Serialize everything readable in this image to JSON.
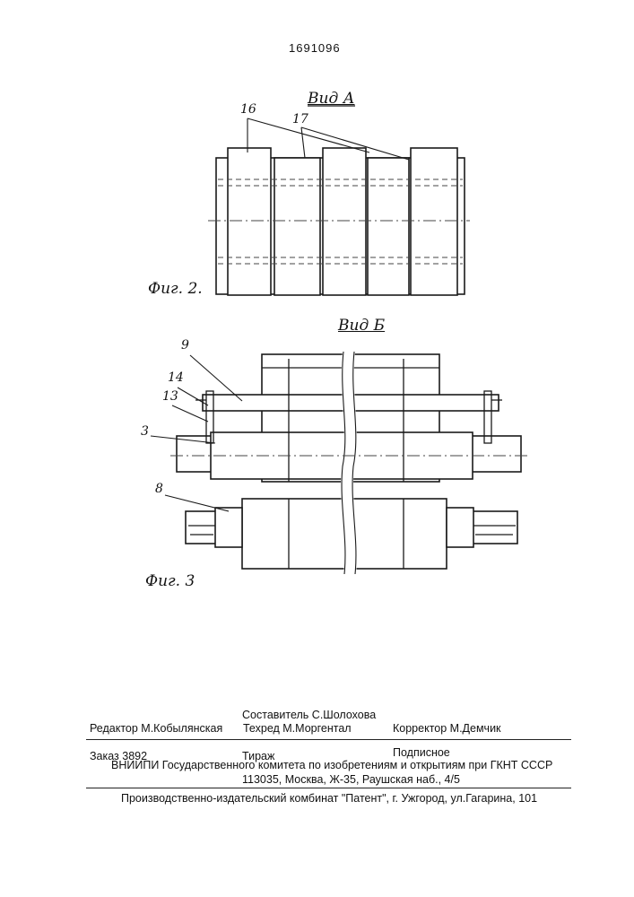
{
  "patent_number": "1691096",
  "fig2": {
    "view_label": "Вид А",
    "fig_label": "Фиг. 2.",
    "refs": [
      "16",
      "17"
    ]
  },
  "fig3": {
    "view_label": "Вид Б",
    "fig_label": "Фиг. 3",
    "refs": [
      "9",
      "14",
      "13",
      "3",
      "8"
    ]
  },
  "imprint": {
    "editor": "Редактор  М.Кобылянская",
    "compiler": "Составитель С.Шолохова",
    "techred": "Техред М.Моргентал",
    "corrector": "Корректор  М.Демчик",
    "order": "Заказ  3892",
    "circulation": "Тираж",
    "subscription": "Подписное",
    "committee": "ВНИИПИ Государственного комитета по изобретениям и открытиям при ГКНТ СССР",
    "address": "113035, Москва, Ж-35, Раушская наб., 4/5",
    "publisher": "Производственно-издательский комбинат \"Патент\", г. Ужгород, ул.Гагарина, 101"
  }
}
